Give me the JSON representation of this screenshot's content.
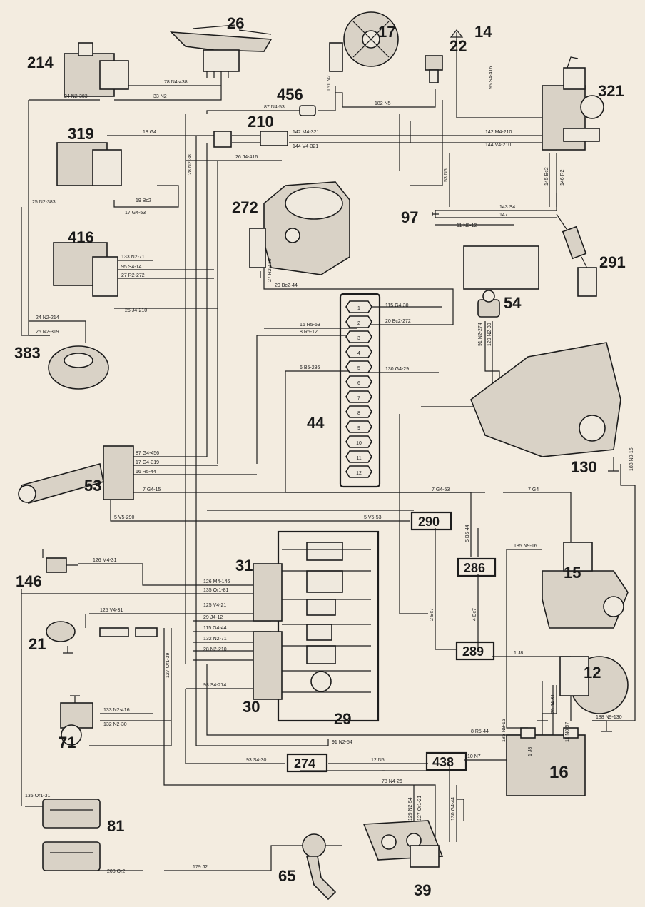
{
  "components": [
    {
      "id": "c26",
      "label": "26"
    },
    {
      "id": "c17",
      "label": "17"
    },
    {
      "id": "c22",
      "label": "22"
    },
    {
      "id": "c14",
      "label": "14"
    },
    {
      "id": "c214",
      "label": "214"
    },
    {
      "id": "c456",
      "label": "456"
    },
    {
      "id": "c321",
      "label": "321"
    },
    {
      "id": "c210",
      "label": "210"
    },
    {
      "id": "c319",
      "label": "319"
    },
    {
      "id": "c272",
      "label": "272"
    },
    {
      "id": "c97",
      "label": "97"
    },
    {
      "id": "c416",
      "label": "416"
    },
    {
      "id": "c291",
      "label": "291"
    },
    {
      "id": "c54",
      "label": "54"
    },
    {
      "id": "c383",
      "label": "383"
    },
    {
      "id": "c44",
      "label": "44"
    },
    {
      "id": "c130",
      "label": "130"
    },
    {
      "id": "c53",
      "label": "53"
    },
    {
      "id": "c290",
      "label": "290"
    },
    {
      "id": "c146",
      "label": "146"
    },
    {
      "id": "c286",
      "label": "286"
    },
    {
      "id": "c15",
      "label": "15"
    },
    {
      "id": "c31",
      "label": "31"
    },
    {
      "id": "c21",
      "label": "21"
    },
    {
      "id": "c289",
      "label": "289"
    },
    {
      "id": "c12",
      "label": "12"
    },
    {
      "id": "c30",
      "label": "30"
    },
    {
      "id": "c29",
      "label": "29"
    },
    {
      "id": "c71",
      "label": "71"
    },
    {
      "id": "c274",
      "label": "274"
    },
    {
      "id": "c438",
      "label": "438"
    },
    {
      "id": "c81",
      "label": "81"
    },
    {
      "id": "c16",
      "label": "16"
    },
    {
      "id": "c65",
      "label": "65"
    },
    {
      "id": "c39",
      "label": "39"
    }
  ],
  "fuse_box": [
    "1",
    "2",
    "3",
    "4",
    "5",
    "6",
    "7",
    "8",
    "9",
    "10",
    "11",
    "12"
  ],
  "wires": [
    "78 N4-438",
    "24 N2-383",
    "33 N2",
    "87 N4-53",
    "151 N2",
    "182 N5",
    "95 S4-416",
    "142 M4-321",
    "144 V4-321",
    "18 G4",
    "28 N2-38",
    "26 J4-416",
    "142 M4-210",
    "144 V4-210",
    "19 Bc2",
    "25 N2-383",
    "17 G4-53",
    "53 N5",
    "143 S4",
    "147",
    "11 N8-12",
    "145 Bc2",
    "146 R2",
    "133 N2-71",
    "95 S4-14",
    "27 R2-272",
    "26 J4-210",
    "27 R2-416",
    "20 Bc2-44",
    "24 N2-214",
    "25 N2-319",
    "115 G4-30",
    "20 Bc2-272",
    "16 R5-53",
    "8 R5-12",
    "6 B5-286",
    "130 G4-29",
    "91 N2-274",
    "129 N2-39",
    "87 G4-456",
    "17 G4-319",
    "16 R5-44",
    "7 G4-15",
    "7 G4-53",
    "7 G4",
    "5 V5-290",
    "5 V5-53",
    "5 B5-44",
    "126 M4-31",
    "126 M4-146",
    "135 Or1-81",
    "125 V4-21",
    "125 V4-31",
    "29 J4-12",
    "115 G4-44",
    "132 N2-71",
    "28 N2-210",
    "93 S4-274",
    "133 N2-416",
    "132 N2-30",
    "2 Bc7",
    "4 Bc7",
    "185 N9-16",
    "1 J8",
    "29 J4-31",
    "11 N8-97",
    "8 R5-44",
    "91 N2-54",
    "93 S4-30",
    "12 N5",
    "10 N7",
    "78 N4-26",
    "188 N9-130",
    "135 Or1-31",
    "185 N9-15",
    "1 J8",
    "129 N2-54",
    "127 Or1-21",
    "130 G4-44",
    "208 Or2",
    "179 J2",
    "188 N9-16",
    "127 Or1-39"
  ]
}
